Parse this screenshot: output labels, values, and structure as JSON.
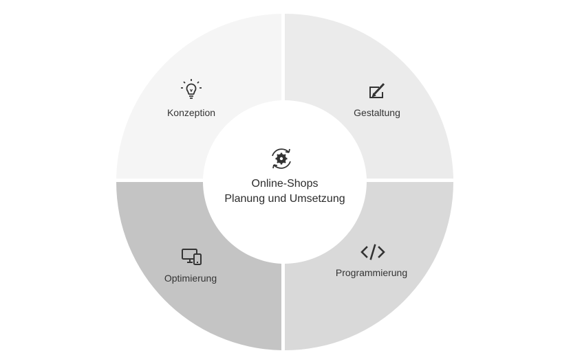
{
  "diagram": {
    "center": {
      "icon": "gear-cycle-icon",
      "line1": "Online-Shops",
      "line2": "Planung und Umsetzung"
    },
    "segments": [
      {
        "id": "konzeption",
        "label": "Konzeption",
        "icon": "lightbulb-icon",
        "color": "#f5f5f5"
      },
      {
        "id": "gestaltung",
        "label": "Gestaltung",
        "icon": "edit-brush-icon",
        "color": "#ebebeb"
      },
      {
        "id": "programmierung",
        "label": "Programmierung",
        "icon": "code-icon",
        "color": "#d9d9d9"
      },
      {
        "id": "optimierung",
        "label": "Optimierung",
        "icon": "devices-icon",
        "color": "#c4c4c4"
      }
    ]
  }
}
